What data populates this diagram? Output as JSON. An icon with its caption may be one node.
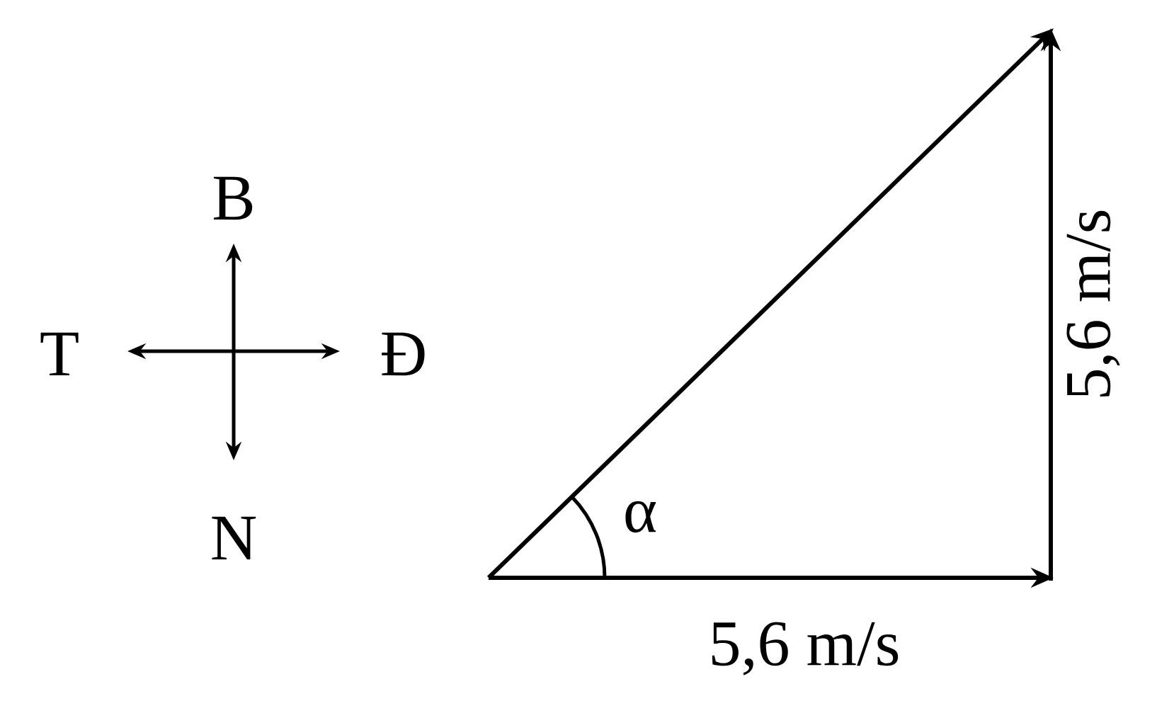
{
  "diagram": {
    "labels": [
      "B",
      "T",
      "Đ",
      "N",
      "α",
      "5,6 m/s",
      "5,6 m/s"
    ]
  }
}
